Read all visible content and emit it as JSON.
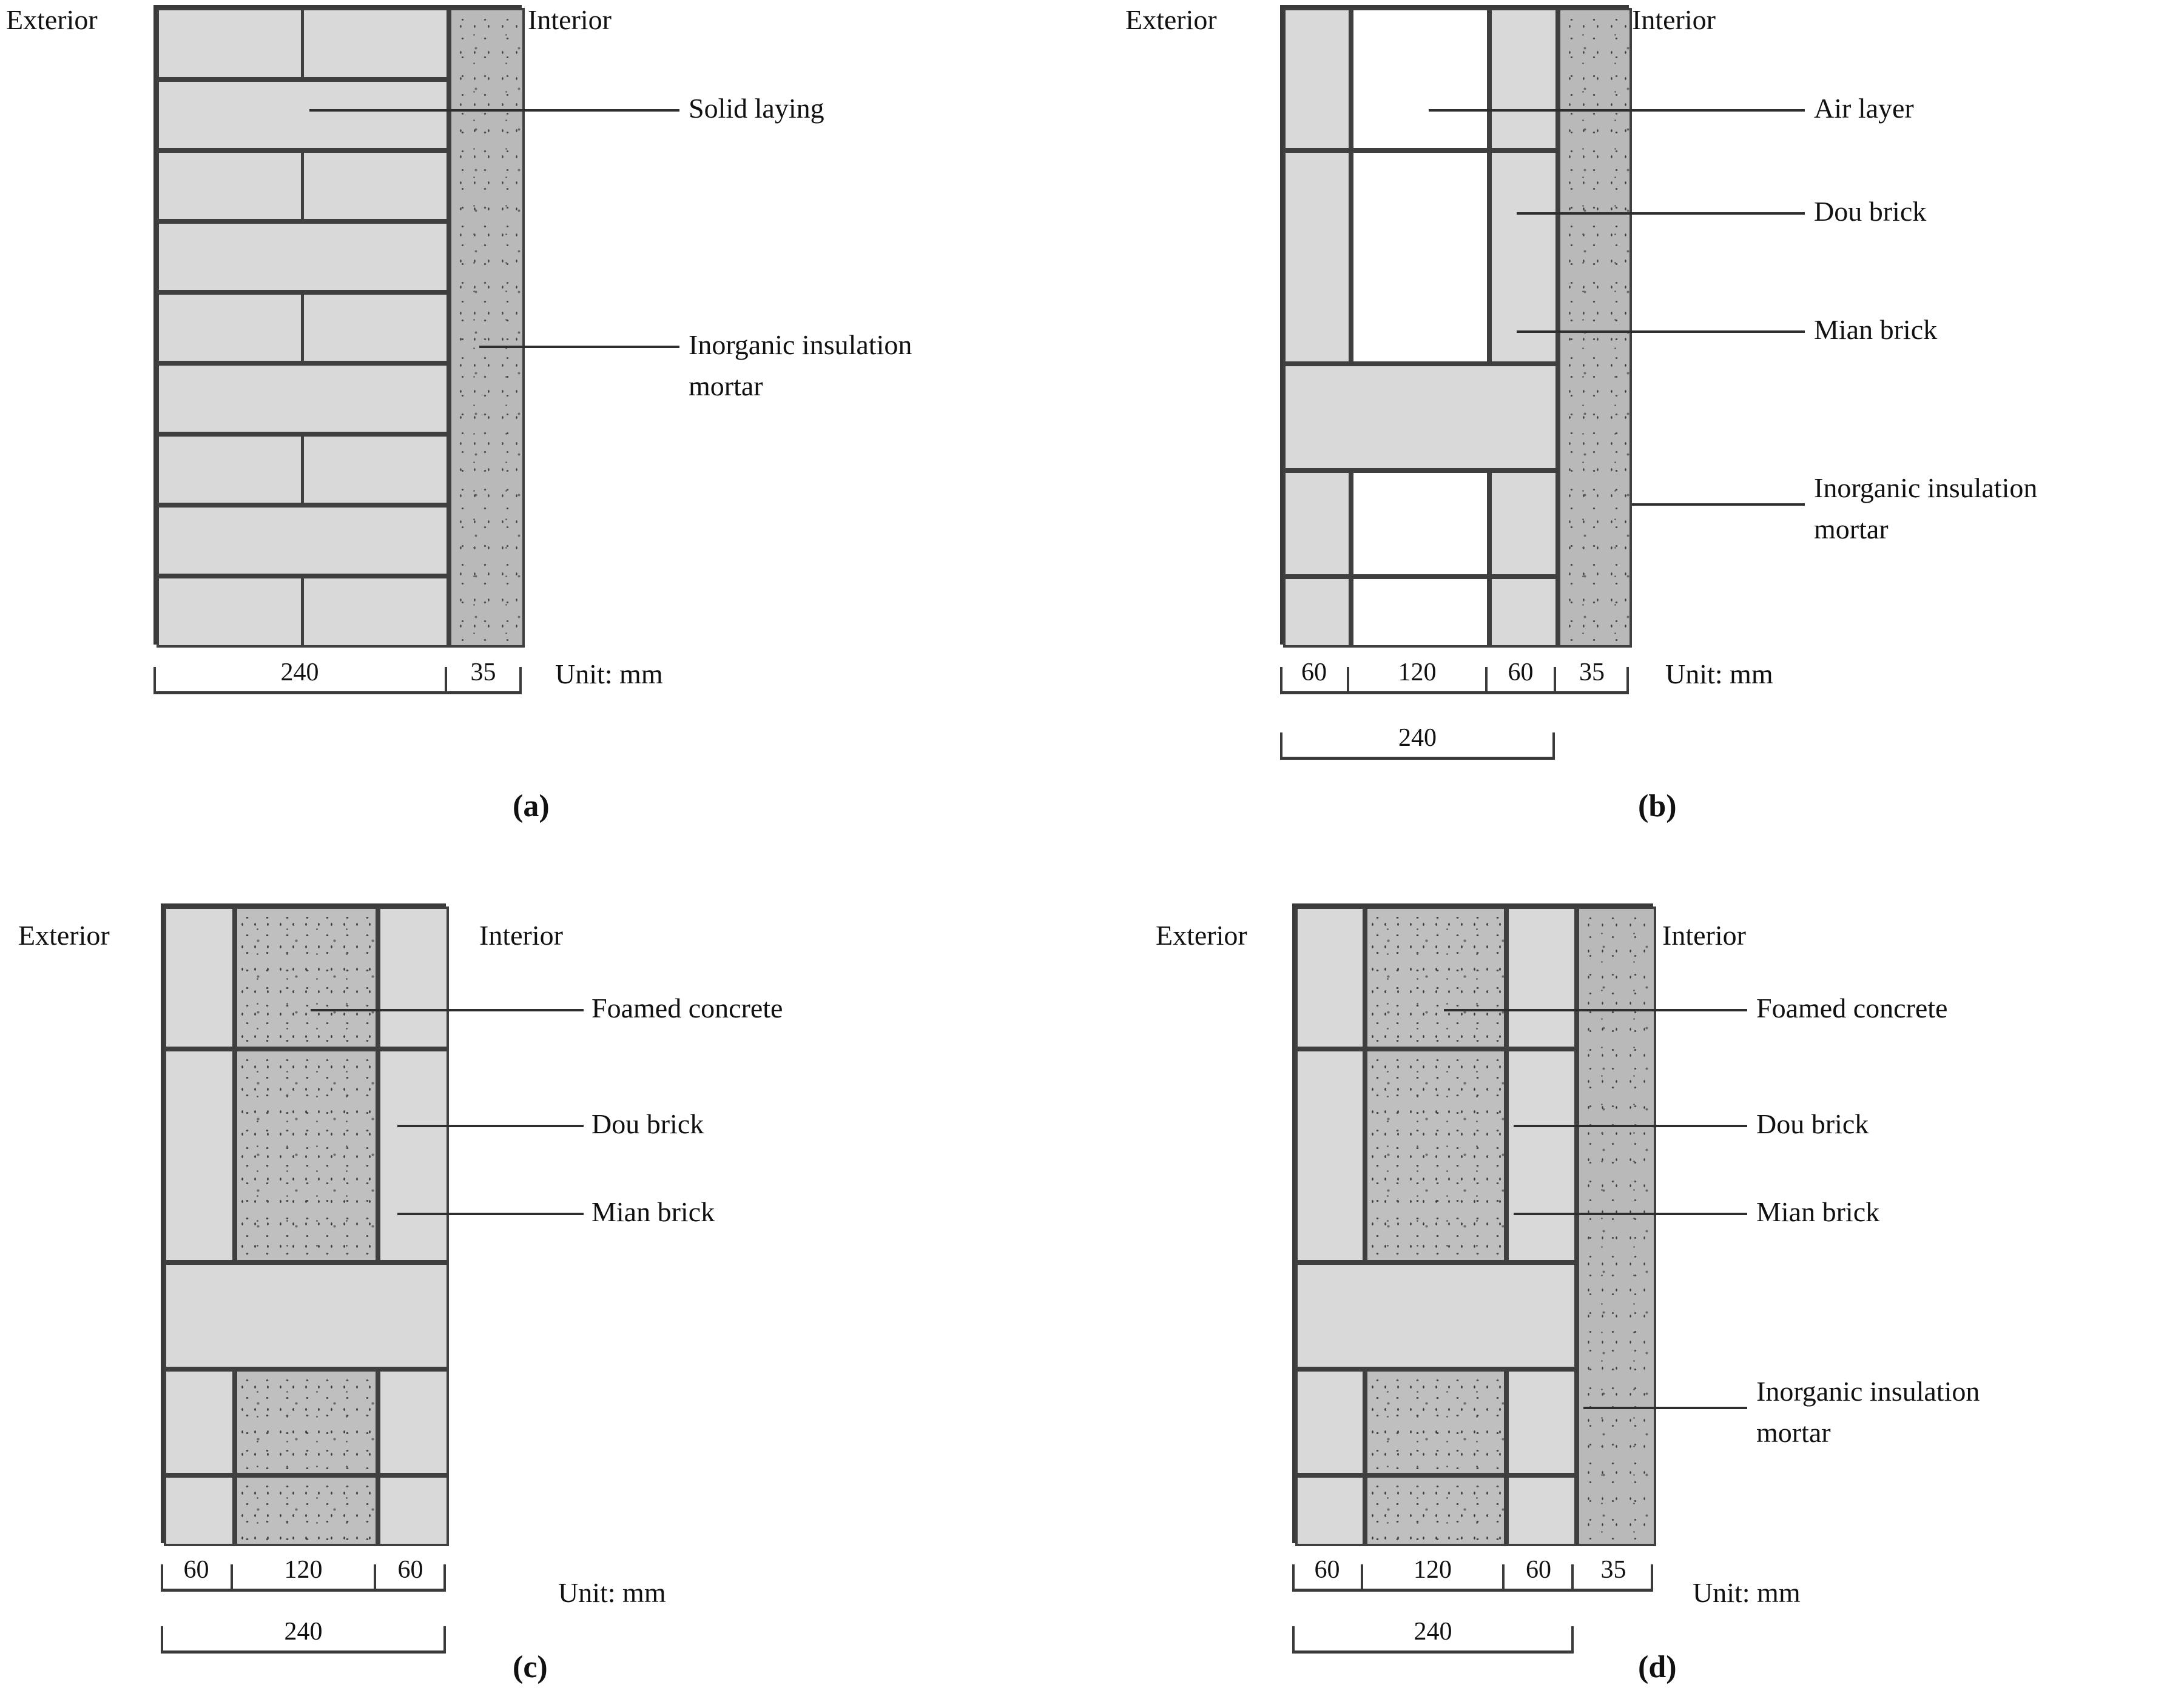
{
  "figure": {
    "unit_note": "Unit: mm",
    "exterior_label": "Exterior",
    "interior_label": "Interior"
  },
  "panels": [
    {
      "id": "a",
      "caption": "(a)",
      "exterior": "Exterior",
      "interior": "Interior",
      "unit": "Unit: mm",
      "callouts": [
        {
          "text": "Solid laying"
        },
        {
          "text": "Inorganic insulation",
          "text2": "mortar"
        }
      ],
      "dimensions": {
        "row1": [
          "240",
          "35"
        ],
        "row2": []
      },
      "layers": [
        {
          "name": "brick masonry",
          "width_mm": 240,
          "material": "brick"
        },
        {
          "name": "inorganic insulation mortar",
          "width_mm": 35,
          "material": "mortar"
        }
      ],
      "courses": 9
    },
    {
      "id": "b",
      "caption": "(b)",
      "exterior": "Exterior",
      "interior": "Interior",
      "unit": "Unit: mm",
      "callouts": [
        {
          "text": "Air layer"
        },
        {
          "text": "Dou brick"
        },
        {
          "text": "Mian brick"
        },
        {
          "text": "Inorganic insulation",
          "text2": "mortar"
        }
      ],
      "dimensions": {
        "row1": [
          "60",
          "120",
          "60",
          "35"
        ],
        "row2": [
          "240"
        ]
      },
      "layers": [
        {
          "name": "Dou brick",
          "width_mm": 60,
          "material": "brick"
        },
        {
          "name": "Air layer",
          "width_mm": 120,
          "material": "air"
        },
        {
          "name": "Dou brick",
          "width_mm": 60,
          "material": "brick"
        },
        {
          "name": "inorganic insulation mortar",
          "width_mm": 35,
          "material": "mortar"
        }
      ],
      "courses": 5
    },
    {
      "id": "c",
      "caption": "(c)",
      "exterior": "Exterior",
      "interior": "Interior",
      "unit": "Unit: mm",
      "callouts": [
        {
          "text": "Foamed concrete"
        },
        {
          "text": "Dou brick"
        },
        {
          "text": "Mian brick"
        }
      ],
      "dimensions": {
        "row1": [
          "60",
          "120",
          "60"
        ],
        "row2": [
          "240"
        ]
      },
      "layers": [
        {
          "name": "Dou brick",
          "width_mm": 60,
          "material": "brick"
        },
        {
          "name": "Foamed concrete",
          "width_mm": 120,
          "material": "foam"
        },
        {
          "name": "Dou brick",
          "width_mm": 60,
          "material": "brick"
        }
      ],
      "courses": 5
    },
    {
      "id": "d",
      "caption": "(d)",
      "exterior": "Exterior",
      "interior": "Interior",
      "unit": "Unit: mm",
      "callouts": [
        {
          "text": "Foamed concrete"
        },
        {
          "text": "Dou brick"
        },
        {
          "text": "Mian brick"
        },
        {
          "text": "Inorganic insulation",
          "text2": "mortar"
        }
      ],
      "dimensions": {
        "row1": [
          "60",
          "120",
          "60",
          "35"
        ],
        "row2": [
          "240"
        ]
      },
      "layers": [
        {
          "name": "Dou brick",
          "width_mm": 60,
          "material": "brick"
        },
        {
          "name": "Foamed concrete",
          "width_mm": 120,
          "material": "foam"
        },
        {
          "name": "Dou brick",
          "width_mm": 60,
          "material": "brick"
        },
        {
          "name": "inorganic insulation mortar",
          "width_mm": 35,
          "material": "mortar"
        }
      ],
      "courses": 5
    }
  ],
  "colors": {
    "brick": "#d9d9d9",
    "mortar": "#b9b9b9",
    "foam": "#bfbfbf",
    "air": "#ffffff",
    "outline": "#3f3f3f"
  }
}
